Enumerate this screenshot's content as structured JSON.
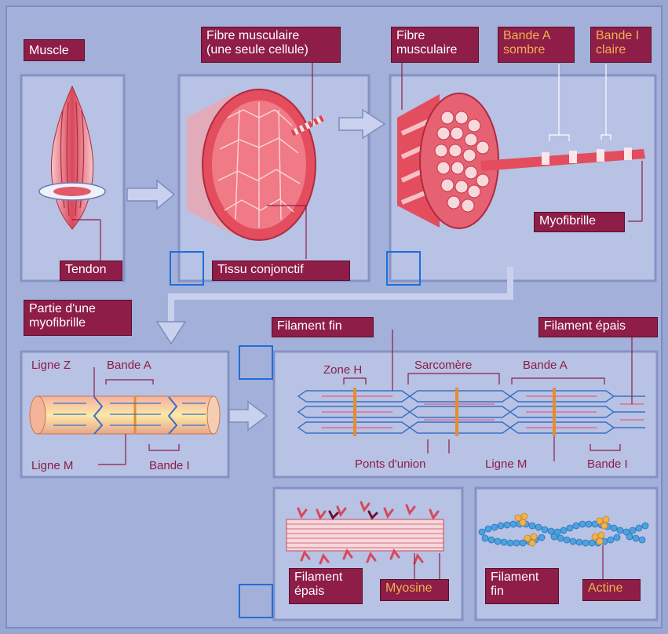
{
  "labels": {
    "muscle": "Muscle",
    "fibre_cell": "Fibre musculaire\n(une seule cellule)",
    "fibre": "Fibre\nmusculaire",
    "bande_a_sombre": "Bande A\nsombre",
    "bande_i_claire": "Bande I\nclaire",
    "tendon": "Tendon",
    "tissu": "Tissu conjonctif",
    "myofibrille": "Myofibrille",
    "partie": "Partie d'une\nmyofibrille",
    "filament_fin_top": "Filament fin",
    "filament_epais_top": "Filament épais",
    "filament_epais_bottom": "Filament\népais",
    "myosine": "Myosine",
    "filament_fin_bottom": "Filament\nfin",
    "actine": "Actine"
  },
  "diagram_text": {
    "ligne_z": "Ligne Z",
    "bande_a_left": "Bande A",
    "ligne_m_left": "Ligne M",
    "bande_i_left": "Bande I",
    "zone_h": "Zone H",
    "sarcomere": "Sarcomère",
    "bande_a_right": "Bande A",
    "ponts": "Ponts d'union",
    "ligne_m_right": "Ligne M",
    "bande_i_right": "Bande I"
  },
  "colors": {
    "background": "#9aa7d4",
    "panel": "#b3bfe2",
    "label_bg": "#8e1d48",
    "label_text_gold": "#f2b24a",
    "muscle_red": "#d94a5a",
    "filament_blue": "#3a6fc4",
    "marker_blue": "#1e6fd9"
  }
}
